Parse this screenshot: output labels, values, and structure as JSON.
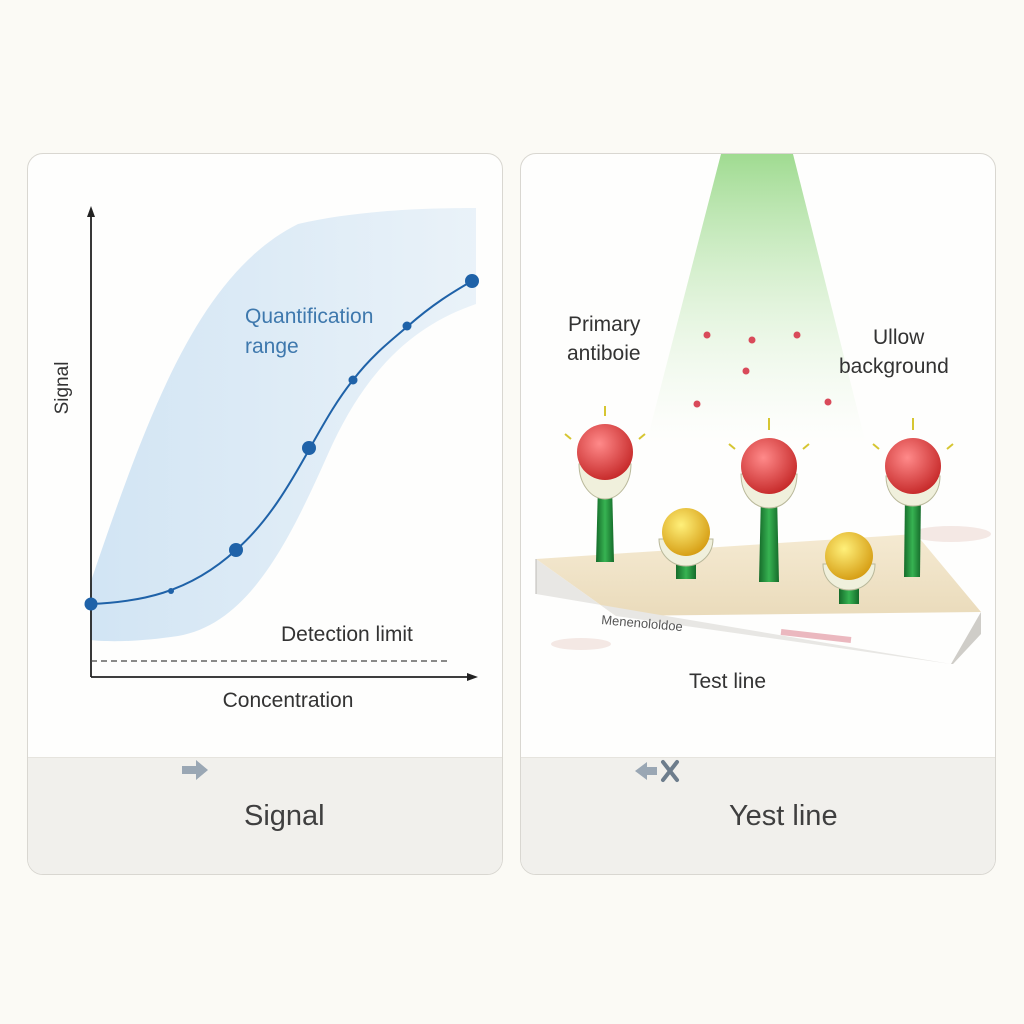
{
  "left_card": {
    "y_axis_label": "Signal",
    "x_axis_label": "Concentration",
    "range_label_line1": "Quantification",
    "range_label_line2": "range",
    "detection_label": "Detection limit",
    "footer_label": "Signal",
    "footer_icon": "arrow-right-icon"
  },
  "right_card": {
    "primary_label_line1": "Primary",
    "primary_label_line2": "antiboie",
    "background_label_line1": "Ullow",
    "background_label_line2": "background",
    "strip_text": "Menenololdoe",
    "test_line_label": "Test line",
    "footer_label": "Yest line",
    "footer_icon": "arrow-cross-icon"
  },
  "colors": {
    "curve": "#1f62a8",
    "band": "#cfe3f3",
    "capture_red": "#d93a3a",
    "capture_gold": "#e6b818",
    "stem_green": "#1f8a3a",
    "beam_green": "#9ad78a"
  }
}
